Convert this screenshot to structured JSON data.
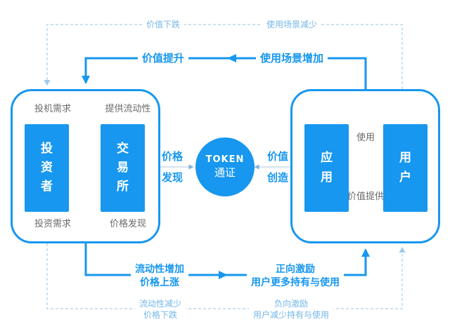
{
  "colors": {
    "primary_blue": "#1797ef",
    "light_dashed_blue": "#b8d8f0",
    "light_label_blue": "#74b7e8",
    "thin_arrow": "#a9c7e0",
    "thin_arrow_head": "#7fb0da",
    "gray_text": "#6a6a6a",
    "box_text": "#ffffff"
  },
  "top": {
    "dashed_left": "价值下跌",
    "dashed_right": "使用场景减少",
    "solid_left": "价值提升",
    "solid_right": "使用场景增加"
  },
  "left_panel": {
    "top_left": "投机需求",
    "top_right": "提供流动性",
    "box1": "投资者",
    "box2": "交易所",
    "bottom_left": "投资需求",
    "bottom_right": "价格发现"
  },
  "center": {
    "token_line1": "TOKEN",
    "token_line2": "通证",
    "left_label": "价格\n发现",
    "right_label": "价值\n创造"
  },
  "right_panel": {
    "box1": "应用",
    "box2": "用户",
    "top_label": "使用",
    "bottom_label": "价值提供"
  },
  "bottom": {
    "solid_left": "流动性增加\n价格上涨",
    "solid_right": "正向激励\n用户更多持有与使用",
    "dashed_left": "流动性减少\n价格下跌",
    "dashed_right": "负向激励\n用户减少持有与使用"
  }
}
